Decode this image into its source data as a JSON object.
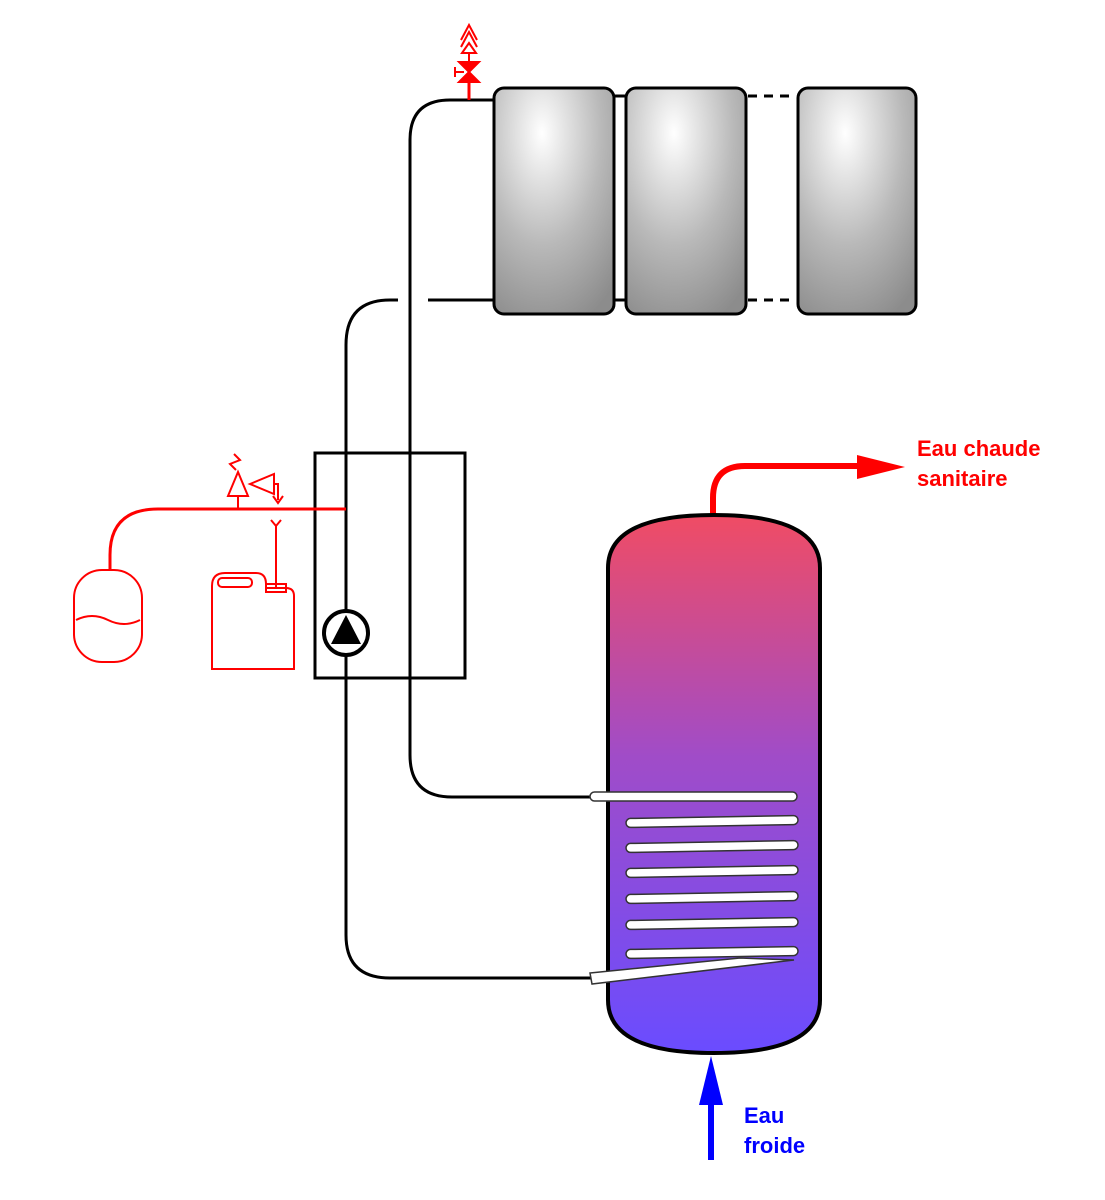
{
  "labels": {
    "hot_water_line1": "Eau chaude",
    "hot_water_line2": "sanitaire",
    "cold_water_line1": "Eau",
    "cold_water_line2": "froide"
  },
  "colors": {
    "circuit": "#000000",
    "safety": "#ff0000",
    "hot_text": "#ff0000",
    "cold_text": "#0000ff",
    "cold_arrow": "#0000ff",
    "tank_top": "#f04c64",
    "tank_middle": "#a04cc8",
    "tank_bottom": "#6a4cff",
    "collector_light": "#ffffff",
    "collector_dark": "#8c8c8c"
  }
}
